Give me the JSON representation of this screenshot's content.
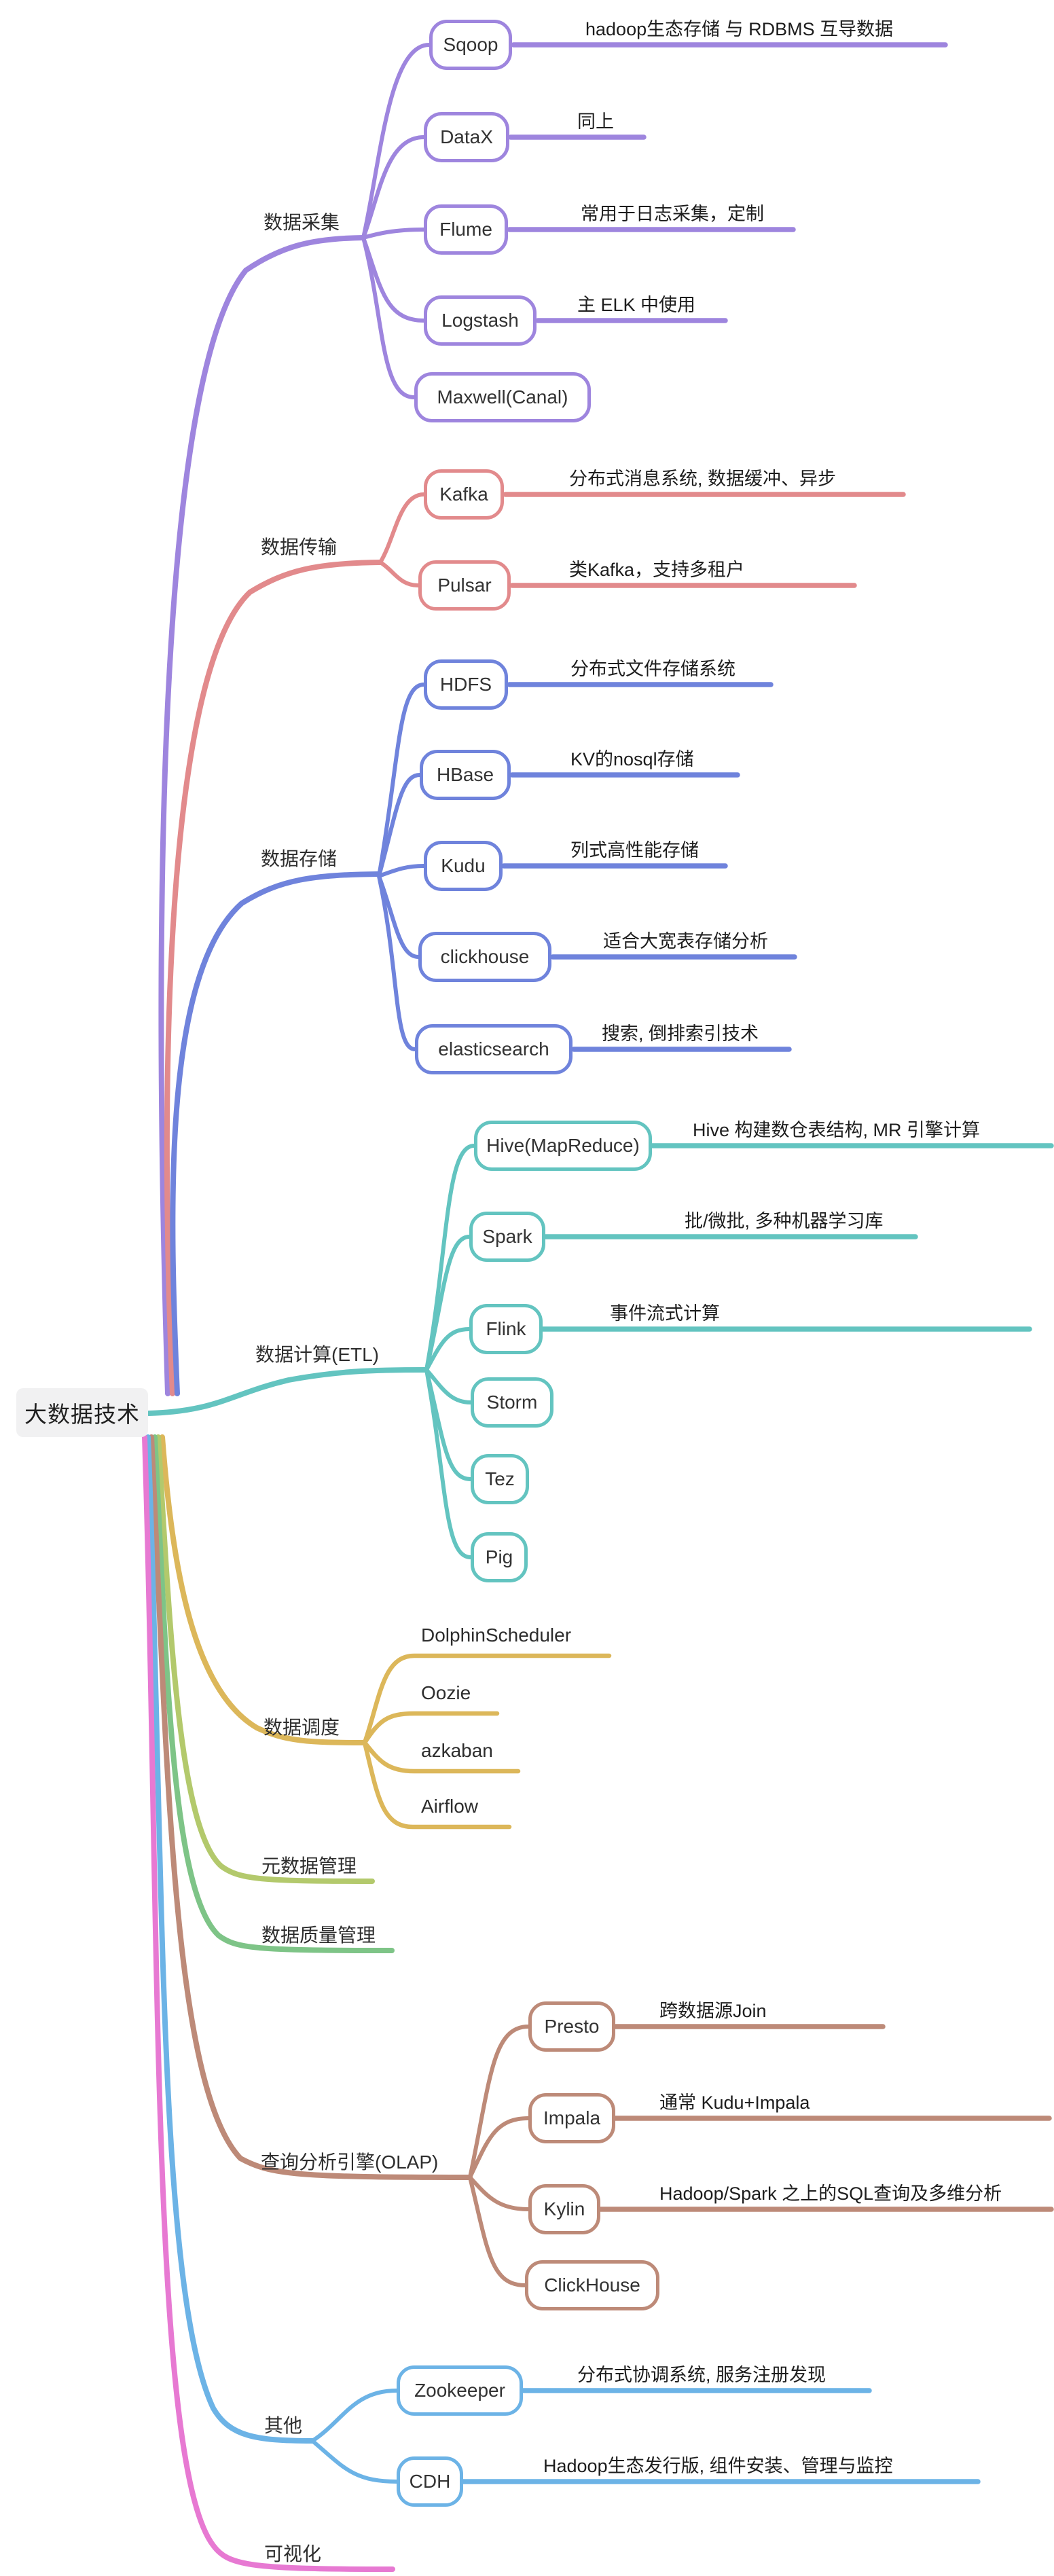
{
  "root": {
    "label": "大数据技术"
  },
  "branches": [
    {
      "label": "数据采集",
      "color": "#9e85de",
      "children": [
        {
          "label": "Sqoop",
          "note": "hadoop生态存储 与 RDBMS 互导数据"
        },
        {
          "label": "DataX",
          "note": "同上"
        },
        {
          "label": "Flume",
          "note": "常用于日志采集，定制"
        },
        {
          "label": "Logstash",
          "note": "主 ELK 中使用"
        },
        {
          "label": "Maxwell(Canal)",
          "note": ""
        }
      ]
    },
    {
      "label": "数据传输",
      "color": "#e28a8c",
      "children": [
        {
          "label": "Kafka",
          "note": "分布式消息系统, 数据缓冲、异步"
        },
        {
          "label": "Pulsar",
          "note": "类Kafka，支持多租户"
        }
      ]
    },
    {
      "label": "数据存储",
      "color": "#6f83dc",
      "children": [
        {
          "label": "HDFS",
          "note": "分布式文件存储系统"
        },
        {
          "label": "HBase",
          "note": "KV的nosql存储"
        },
        {
          "label": "Kudu",
          "note": "列式高性能存储"
        },
        {
          "label": "clickhouse",
          "note": "适合大宽表存储分析"
        },
        {
          "label": "elasticsearch",
          "note": "搜索, 倒排索引技术"
        }
      ]
    },
    {
      "label": "数据计算(ETL)",
      "color": "#63c4c0",
      "children": [
        {
          "label": "Hive(MapReduce)",
          "note": "Hive 构建数仓表结构, MR 引擎计算"
        },
        {
          "label": "Spark",
          "note": "批/微批, 多种机器学习库"
        },
        {
          "label": "Flink",
          "note": "事件流式计算"
        },
        {
          "label": "Storm",
          "note": ""
        },
        {
          "label": "Tez",
          "note": ""
        },
        {
          "label": "Pig",
          "note": ""
        }
      ]
    },
    {
      "label": "数据调度",
      "color": "#dcb75a",
      "children": [
        {
          "label": "DolphinScheduler",
          "note": ""
        },
        {
          "label": "Oozie",
          "note": ""
        },
        {
          "label": "azkaban",
          "note": ""
        },
        {
          "label": "Airflow",
          "note": ""
        }
      ]
    },
    {
      "label": "元数据管理",
      "color": "#b3c96c",
      "children": []
    },
    {
      "label": "数据质量管理",
      "color": "#7ec487",
      "children": []
    },
    {
      "label": "查询分析引擎(OLAP)",
      "color": "#bd8a78",
      "children": [
        {
          "label": "Presto",
          "note": "跨数据源Join"
        },
        {
          "label": "Impala",
          "note": "通常 Kudu+Impala"
        },
        {
          "label": "Kylin",
          "note": "Hadoop/Spark 之上的SQL查询及多维分析"
        },
        {
          "label": "ClickHouse",
          "note": ""
        }
      ]
    },
    {
      "label": "其他",
      "color": "#6cb3e6",
      "children": [
        {
          "label": "Zookeeper",
          "note": "分布式协调系统, 服务注册发现"
        },
        {
          "label": "CDH",
          "note": "Hadoop生态发行版, 组件安装、管理与监控"
        }
      ]
    },
    {
      "label": "可视化",
      "color": "#e779d2",
      "children": []
    }
  ]
}
